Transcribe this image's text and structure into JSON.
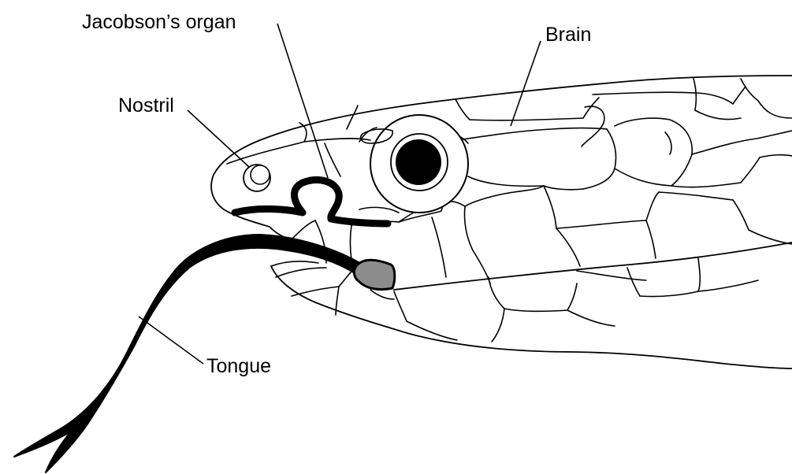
{
  "labels": {
    "jacobsons_organ": "Jacobson’s organ",
    "brain": "Brain",
    "nostril": "Nostril",
    "tongue": "Tongue"
  },
  "colors": {
    "line": "#000000",
    "background": "#ffffff",
    "organ_tip_fill": "#8c8c8c"
  }
}
